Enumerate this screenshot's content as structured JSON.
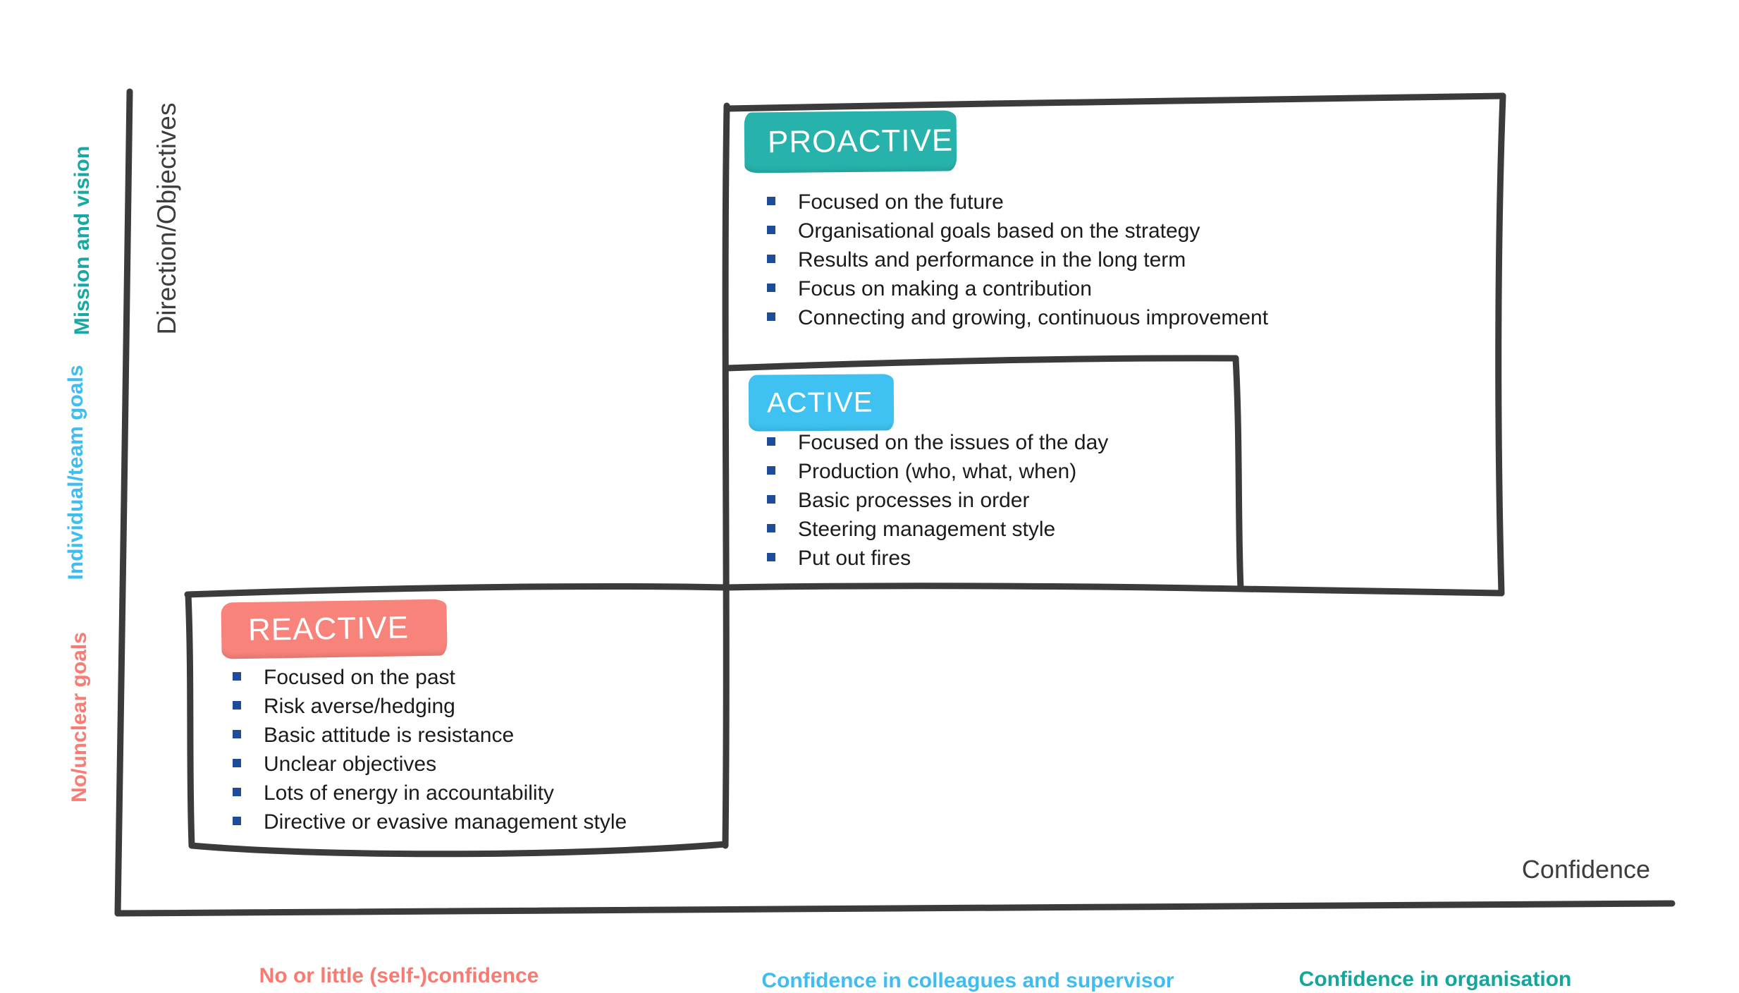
{
  "diagram": {
    "line_color": "#3b3b3b",
    "bullet_color": "#1f4c99",
    "boxes": {
      "proactive": {
        "title": "PROACTIVE",
        "chip_color": "#27b2ab",
        "bullets": [
          "Focused on the future",
          "Organisational goals based on the strategy",
          "Results and performance in the long term",
          "Focus on making a contribution",
          "Connecting and growing, continuous improvement"
        ]
      },
      "active": {
        "title": "ACTIVE",
        "chip_color": "#3fc2f1",
        "bullets": [
          "Focused on the issues of the day",
          "Production (who, what, when)",
          "Basic processes in order",
          "Steering management style",
          "Put out fires"
        ]
      },
      "reactive": {
        "title": "REACTIVE",
        "chip_color": "#f8837b",
        "bullets": [
          "Focused on the past",
          "Risk averse/hedging",
          "Basic attitude is resistance",
          "Unclear objectives",
          "Lots of energy in accountability",
          "Directive or evasive management style"
        ]
      }
    },
    "y_axis": {
      "title": "Direction/Objectives",
      "labels": [
        {
          "text": "Mission and vision",
          "color": "#16a8a3"
        },
        {
          "text": "Individual/team goals",
          "color": "#3fbcf1"
        },
        {
          "text": "No/unclear goals",
          "color": "#f87c73"
        }
      ]
    },
    "x_axis": {
      "title": "Confidence",
      "labels": [
        {
          "text": "No or little (self-)confidence",
          "color": "#f87a70"
        },
        {
          "text": "Confidence in colleagues and supervisor",
          "color": "#3fbcf1"
        },
        {
          "text": "Confidence in organisation",
          "color": "#13a69c"
        }
      ]
    }
  }
}
